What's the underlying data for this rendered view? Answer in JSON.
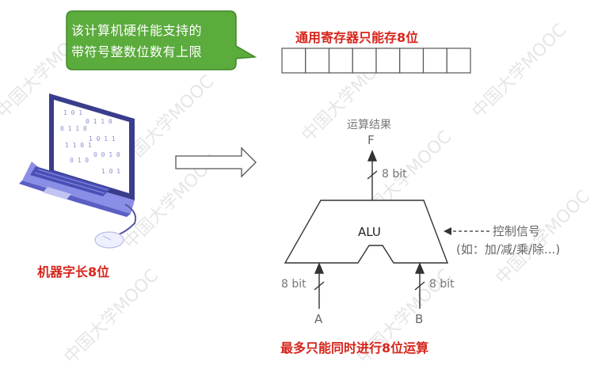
{
  "bubble": {
    "line1": "该计算机硬件能支持的",
    "line2": "带符号整数位数有上限"
  },
  "register": {
    "title": "通用寄存器只能存8位",
    "cell_count": 8
  },
  "laptop": {
    "caption": "机器字长8位"
  },
  "alu": {
    "label": "ALU",
    "output_title": "运算结果",
    "output_port": "F",
    "output_width": "8 bit",
    "input_a_label": "A",
    "input_b_label": "B",
    "input_a_width": "8 bit",
    "input_b_width": "8 bit",
    "control_title": "控制信号",
    "control_detail": "(如：加/减/乘/除...)",
    "caption": "最多只能同时进行8位运算"
  },
  "watermark": "中国大学MOOC",
  "colors": {
    "accent_red": "#d6261d",
    "bubble_green": "#5bab3d",
    "laptop_purple": "#7b7fe0"
  }
}
